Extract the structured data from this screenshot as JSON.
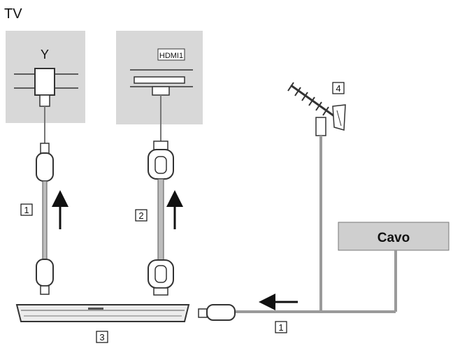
{
  "title": "TV",
  "ports": {
    "antenna_symbol": "Υ",
    "hdmi_label": "HDMI1"
  },
  "callouts": {
    "n1_left": "1",
    "n2": "2",
    "n3": "3",
    "n4": "4",
    "n1_bottom": "1"
  },
  "cable_box_label": "Cavo",
  "colors": {
    "panel": "#d8d8d8",
    "cable": "#9a9a9a",
    "cavo_box": "#cfcfcf",
    "ink": "#111111"
  }
}
